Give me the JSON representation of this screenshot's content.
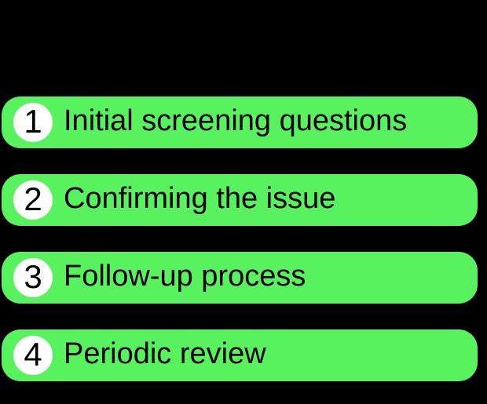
{
  "page": {
    "background_color": "#000000"
  },
  "steps": {
    "pill_color": "#58F25E",
    "badge_color": "#FFFFFF",
    "text_color": "#000000",
    "items": [
      {
        "number": "1",
        "label": "Initial screening questions"
      },
      {
        "number": "2",
        "label": "Confirming the issue"
      },
      {
        "number": "3",
        "label": "Follow-up process"
      },
      {
        "number": "4",
        "label": "Periodic review"
      }
    ]
  }
}
